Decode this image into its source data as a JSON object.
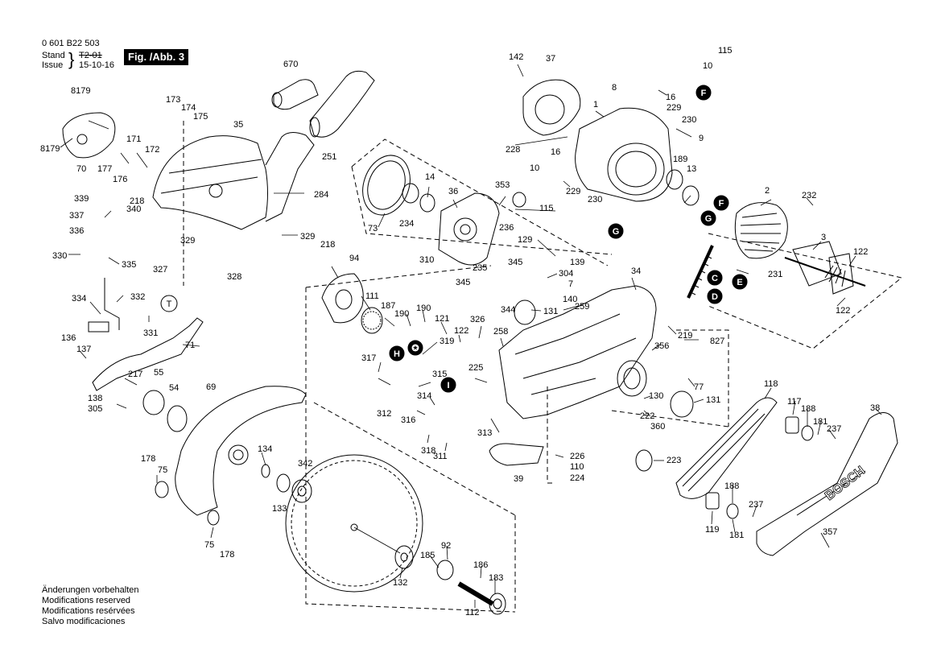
{
  "header": {
    "doc_number": "0 601 B22 503",
    "stand_label": "Stand",
    "stand_value": "T2-01",
    "issue_label": "Issue",
    "issue_value": "15-10-16",
    "figure_label": "Fig. /Abb. 3"
  },
  "footer_notes": [
    "Änderungen vorbehalten",
    "Modifications reserved",
    "Modifications resérvées",
    "Salvo modificaciones"
  ],
  "part_labels": [
    {
      "id": "p8179a",
      "text": "8179"
    },
    {
      "id": "p8179b",
      "text": "8179"
    },
    {
      "id": "p70",
      "text": "70"
    },
    {
      "id": "p177",
      "text": "177"
    },
    {
      "id": "p176",
      "text": "176"
    },
    {
      "id": "p171",
      "text": "171"
    },
    {
      "id": "p172",
      "text": "172"
    },
    {
      "id": "p173",
      "text": "173"
    },
    {
      "id": "p174",
      "text": "174"
    },
    {
      "id": "p175",
      "text": "175"
    },
    {
      "id": "p35",
      "text": "35"
    },
    {
      "id": "p670",
      "text": "670"
    },
    {
      "id": "p251",
      "text": "251"
    },
    {
      "id": "p284",
      "text": "284"
    },
    {
      "id": "p339",
      "text": "339"
    },
    {
      "id": "p337",
      "text": "337"
    },
    {
      "id": "p218a",
      "text": "218"
    },
    {
      "id": "p340",
      "text": "340"
    },
    {
      "id": "p336",
      "text": "336"
    },
    {
      "id": "p329a",
      "text": "329"
    },
    {
      "id": "p329b",
      "text": "329"
    },
    {
      "id": "p330",
      "text": "330"
    },
    {
      "id": "p335",
      "text": "335"
    },
    {
      "id": "p327",
      "text": "327"
    },
    {
      "id": "p328",
      "text": "328"
    },
    {
      "id": "p334",
      "text": "334"
    },
    {
      "id": "p332",
      "text": "332"
    },
    {
      "id": "p331",
      "text": "331"
    },
    {
      "id": "p71",
      "text": "71"
    },
    {
      "id": "p136",
      "text": "136"
    },
    {
      "id": "p137",
      "text": "137"
    },
    {
      "id": "p138",
      "text": "138"
    },
    {
      "id": "p305",
      "text": "305"
    },
    {
      "id": "p217",
      "text": "217"
    },
    {
      "id": "p55",
      "text": "55"
    },
    {
      "id": "p54",
      "text": "54"
    },
    {
      "id": "p69",
      "text": "69"
    },
    {
      "id": "p178a",
      "text": "178"
    },
    {
      "id": "p75a",
      "text": "75"
    },
    {
      "id": "p134",
      "text": "134"
    },
    {
      "id": "p342",
      "text": "342"
    },
    {
      "id": "p133",
      "text": "133"
    },
    {
      "id": "p75b",
      "text": "75"
    },
    {
      "id": "p178b",
      "text": "178"
    },
    {
      "id": "p142",
      "text": "142"
    },
    {
      "id": "p37",
      "text": "37"
    },
    {
      "id": "p228",
      "text": "228"
    },
    {
      "id": "p16a",
      "text": "16"
    },
    {
      "id": "p1",
      "text": "1"
    },
    {
      "id": "p8",
      "text": "8"
    },
    {
      "id": "p115a",
      "text": "115"
    },
    {
      "id": "p10a",
      "text": "10"
    },
    {
      "id": "p16b",
      "text": "16"
    },
    {
      "id": "p229a",
      "text": "229"
    },
    {
      "id": "p230a",
      "text": "230"
    },
    {
      "id": "p9",
      "text": "9"
    },
    {
      "id": "p189",
      "text": "189"
    },
    {
      "id": "p13",
      "text": "13"
    },
    {
      "id": "p10b",
      "text": "10"
    },
    {
      "id": "p229b",
      "text": "229"
    },
    {
      "id": "p230b",
      "text": "230"
    },
    {
      "id": "p115b",
      "text": "115"
    },
    {
      "id": "p73",
      "text": "73"
    },
    {
      "id": "p14",
      "text": "14"
    },
    {
      "id": "p36",
      "text": "36"
    },
    {
      "id": "p353",
      "text": "353"
    },
    {
      "id": "p234",
      "text": "234"
    },
    {
      "id": "p236",
      "text": "236"
    },
    {
      "id": "p310",
      "text": "310"
    },
    {
      "id": "p235",
      "text": "235"
    },
    {
      "id": "p345a",
      "text": "345"
    },
    {
      "id": "p345b",
      "text": "345"
    },
    {
      "id": "p129",
      "text": "129"
    },
    {
      "id": "p139",
      "text": "139"
    },
    {
      "id": "p304",
      "text": "304"
    },
    {
      "id": "p7",
      "text": "7"
    },
    {
      "id": "p344",
      "text": "344"
    },
    {
      "id": "p140",
      "text": "140"
    },
    {
      "id": "p131a",
      "text": "131"
    },
    {
      "id": "p259",
      "text": "259"
    },
    {
      "id": "p2",
      "text": "2"
    },
    {
      "id": "p232",
      "text": "232"
    },
    {
      "id": "p3",
      "text": "3"
    },
    {
      "id": "p122a",
      "text": "122"
    },
    {
      "id": "p231",
      "text": "231"
    },
    {
      "id": "p122b",
      "text": "122"
    },
    {
      "id": "p34",
      "text": "34"
    },
    {
      "id": "p219",
      "text": "219"
    },
    {
      "id": "p827",
      "text": "827"
    },
    {
      "id": "p94",
      "text": "94"
    },
    {
      "id": "p218b",
      "text": "218"
    },
    {
      "id": "p111",
      "text": "111"
    },
    {
      "id": "p187",
      "text": "187"
    },
    {
      "id": "p190a",
      "text": "190"
    },
    {
      "id": "p190b",
      "text": "190"
    },
    {
      "id": "p121",
      "text": "121"
    },
    {
      "id": "p122c",
      "text": "122"
    },
    {
      "id": "p326",
      "text": "326"
    },
    {
      "id": "p258",
      "text": "258"
    },
    {
      "id": "p319",
      "text": "319"
    },
    {
      "id": "p317",
      "text": "317"
    },
    {
      "id": "p315",
      "text": "315"
    },
    {
      "id": "p225",
      "text": "225"
    },
    {
      "id": "p314",
      "text": "314"
    },
    {
      "id": "p312",
      "text": "312"
    },
    {
      "id": "p316",
      "text": "316"
    },
    {
      "id": "p313",
      "text": "313"
    },
    {
      "id": "p318",
      "text": "318"
    },
    {
      "id": "p311",
      "text": "311"
    },
    {
      "id": "p39",
      "text": "39"
    },
    {
      "id": "p226",
      "text": "226"
    },
    {
      "id": "p110",
      "text": "110"
    },
    {
      "id": "p224",
      "text": "224"
    },
    {
      "id": "p356",
      "text": "356"
    },
    {
      "id": "p77",
      "text": "77"
    },
    {
      "id": "p130",
      "text": "130"
    },
    {
      "id": "p131b",
      "text": "131"
    },
    {
      "id": "p222",
      "text": "222"
    },
    {
      "id": "p360",
      "text": "360"
    },
    {
      "id": "p223",
      "text": "223"
    },
    {
      "id": "p118",
      "text": "118"
    },
    {
      "id": "p117",
      "text": "117"
    },
    {
      "id": "p188a",
      "text": "188"
    },
    {
      "id": "p181a",
      "text": "181"
    },
    {
      "id": "p237a",
      "text": "237"
    },
    {
      "id": "p38",
      "text": "38"
    },
    {
      "id": "p188b",
      "text": "188"
    },
    {
      "id": "p237b",
      "text": "237"
    },
    {
      "id": "p119",
      "text": "119"
    },
    {
      "id": "p181b",
      "text": "181"
    },
    {
      "id": "p357",
      "text": "357"
    },
    {
      "id": "p92",
      "text": "92"
    },
    {
      "id": "p185",
      "text": "185"
    },
    {
      "id": "p186",
      "text": "186"
    },
    {
      "id": "p183",
      "text": "183"
    },
    {
      "id": "p132",
      "text": "132"
    },
    {
      "id": "p112",
      "text": "112"
    }
  ],
  "connector_badges": [
    {
      "id": "bF1",
      "text": "F"
    },
    {
      "id": "bG1",
      "text": "G"
    },
    {
      "id": "bF2",
      "text": "F"
    },
    {
      "id": "bG2",
      "text": "G"
    },
    {
      "id": "bC",
      "text": "C"
    },
    {
      "id": "bE",
      "text": "E"
    },
    {
      "id": "bD",
      "text": "D"
    },
    {
      "id": "bH",
      "text": "H"
    },
    {
      "id": "bI",
      "text": "I"
    },
    {
      "id": "bStar",
      "text": "✪"
    },
    {
      "id": "bT",
      "text": "T"
    }
  ],
  "brand_mark": "BOSCH"
}
